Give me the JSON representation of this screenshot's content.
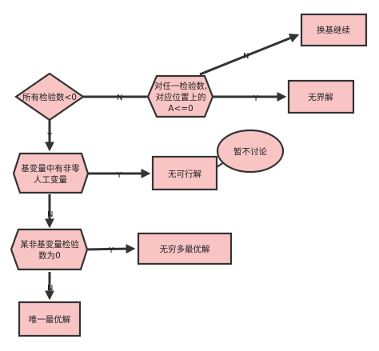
{
  "nodes": {
    "negative_check": "所有检验数<0",
    "any_check_col_line1": "对任一检验数,",
    "any_check_col_line2": "对应位置上的",
    "any_check_col_line3": "A<=0",
    "change_basis": "换基继续",
    "unbounded": "无界解",
    "artificial_line1": "基变量中有非零",
    "artificial_line2": "人工变量",
    "infeasible": "无可行解",
    "not_discussed": "暂不讨论",
    "nonbasic_zero_line1": "某非基变量检验",
    "nonbasic_zero_line2": "数为0",
    "infinite_optima": "无穷多最优解",
    "unique_optimum": "唯一最优解"
  },
  "edges": {
    "neg_to_col": "N",
    "col_to_change": "N",
    "col_to_unbounded": "Y",
    "neg_to_artificial": "Y",
    "artificial_to_infeasible": "Y",
    "artificial_to_nonbasic": "N",
    "nonbasic_to_infinite": "Y",
    "nonbasic_to_unique": "N"
  },
  "colors": {
    "node_fill": "#f8c4c4",
    "stroke": "#333333"
  }
}
